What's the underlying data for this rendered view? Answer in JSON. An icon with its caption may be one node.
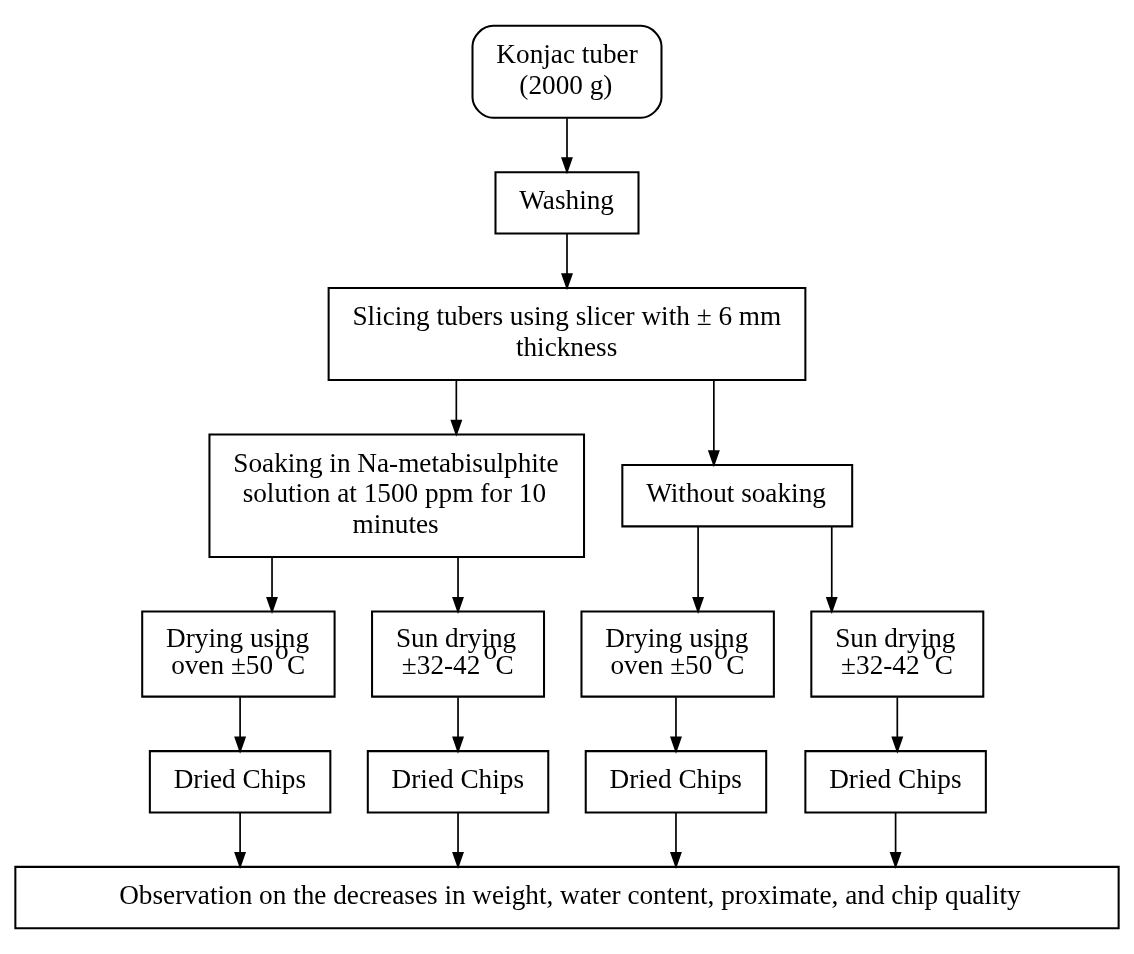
{
  "diagram": {
    "nodes": [
      {
        "text": [
          "Konjac tuber (2000 g)"
        ]
      },
      {
        "text": [
          "Washing"
        ]
      },
      {
        "text": [
          "Slicing tubers using slicer with ± 6 mm thickness"
        ]
      },
      {
        "text": [
          "Soaking in Na-metabisulphite solution at 1500 ppm for 10 minutes"
        ]
      },
      {
        "text": [
          "Without soaking"
        ]
      },
      {
        "text": [
          "Drying using oven ±50$^{o}$C"
        ]
      },
      {
        "text": [
          "Sun drying ±32-42$^{o}$C"
        ]
      },
      {
        "text": [
          "Drying using oven ±50$^{o}$C"
        ]
      },
      {
        "text": [
          "Sun drying ±32-42$^{o}$C"
        ]
      },
      {
        "text": [
          "Dried Chips"
        ]
      },
      {
        "text": [
          "Dried Chips"
        ]
      },
      {
        "text": [
          "Dried Chips"
        ]
      },
      {
        "text": [
          "Dried Chips"
        ]
      },
      {
        "text": [
          "Observation on the decreases in weight, water content, proximate, and chip quality"
        ]
      }
    ],
    "edges": [
      {
        "from": 0,
        "to": 1,
        "arrow": "to"
      },
      {
        "from": 1,
        "to": 2,
        "arrow": "to"
      },
      {
        "from": 2,
        "to": 3,
        "arrow": "to"
      },
      {
        "from": 2,
        "to": 4,
        "arrow": "to"
      },
      {
        "from": 3,
        "to": 5,
        "arrow": "to"
      },
      {
        "from": 3,
        "to": 6,
        "arrow": "to"
      },
      {
        "from": 4,
        "to": 7,
        "arrow": "to"
      },
      {
        "from": 4,
        "to": 8,
        "arrow": "to"
      },
      {
        "from": 5,
        "to": 9,
        "arrow": "to"
      },
      {
        "from": 6,
        "to": 10,
        "arrow": "to"
      },
      {
        "from": 7,
        "to": 11,
        "arrow": "to"
      },
      {
        "from": 8,
        "to": 12,
        "arrow": "to"
      },
      {
        "from": 9,
        "to": 13,
        "arrow": "to"
      },
      {
        "from": 10,
        "to": 13,
        "arrow": "to"
      },
      {
        "from": 11,
        "to": 13,
        "arrow": "to"
      },
      {
        "from": 12,
        "to": 13,
        "arrow": "to"
      }
    ]
  }
}
